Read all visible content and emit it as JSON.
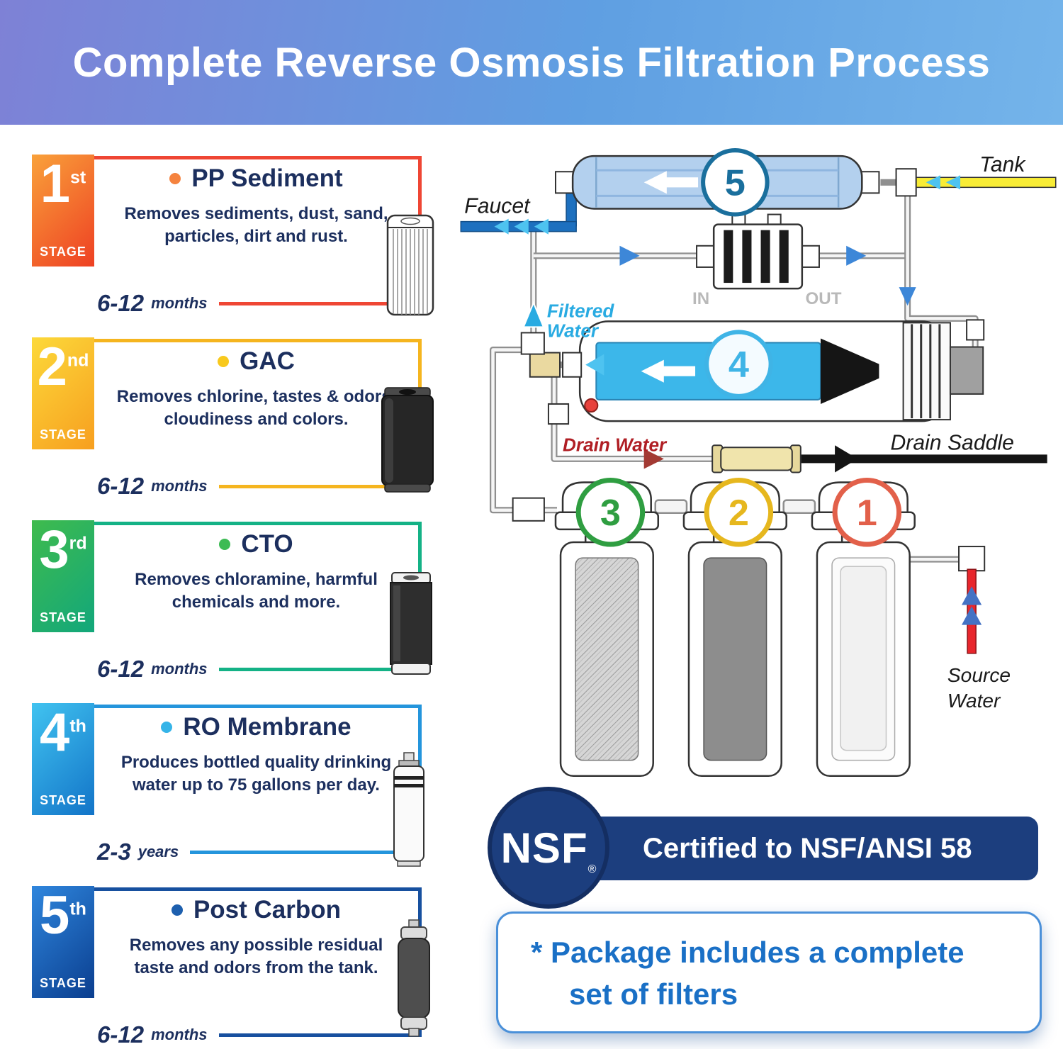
{
  "header": {
    "title": "Complete Reverse Osmosis Filtration Process",
    "gradient_from": "#7E81D6",
    "gradient_to": "#74B4EA"
  },
  "stages": [
    {
      "number": "1",
      "ordinal": "st",
      "stage_label": "STAGE",
      "title": "PP Sediment",
      "description": "Removes sediments, dust, sand, particles, dirt and rust.",
      "lifespan": "6-12",
      "lifespan_unit": "months",
      "badge_gradient_from": "#F9A13A",
      "badge_gradient_to": "#EE4023",
      "accent": "#EF4634",
      "dot_color": "#F5833F"
    },
    {
      "number": "2",
      "ordinal": "nd",
      "stage_label": "STAGE",
      "title": "GAC",
      "description": "Removes chlorine, tastes & odors, cloudiness and colors.",
      "lifespan": "6-12",
      "lifespan_unit": "months",
      "badge_gradient_from": "#FCD93A",
      "badge_gradient_to": "#F79F1F",
      "accent": "#F5B51F",
      "dot_color": "#F8C91D"
    },
    {
      "number": "3",
      "ordinal": "rd",
      "stage_label": "STAGE",
      "title": "CTO",
      "description": "Removes chloramine, harmful chemicals and more.",
      "lifespan": "6-12",
      "lifespan_unit": "months",
      "badge_gradient_from": "#3FBB4D",
      "badge_gradient_to": "#12A77B",
      "accent": "#14B286",
      "dot_color": "#3DBB54"
    },
    {
      "number": "4",
      "ordinal": "th",
      "stage_label": "STAGE",
      "title": "RO Membrane",
      "description": "Produces bottled quality drinking water up to 75 gallons per day.",
      "lifespan": "2-3",
      "lifespan_unit": "years",
      "badge_gradient_from": "#41C3F0",
      "badge_gradient_to": "#1274C8",
      "accent": "#2495DC",
      "dot_color": "#35B4E8"
    },
    {
      "number": "5",
      "ordinal": "th",
      "stage_label": "STAGE",
      "title": "Post Carbon",
      "description": "Removes any possible residual taste and odors from the tank.",
      "lifespan": "6-12",
      "lifespan_unit": "months",
      "badge_gradient_from": "#2F86DD",
      "badge_gradient_to": "#0A3E8F",
      "accent": "#17509F",
      "dot_color": "#1D5FAE"
    }
  ],
  "diagram": {
    "labels": {
      "faucet": "Faucet",
      "tank": "Tank",
      "in": "IN",
      "out": "OUT",
      "filtered_water_line1": "Filtered",
      "filtered_water_line2": "Water",
      "drain_water": "Drain Water",
      "drain_saddle": "Drain Saddle",
      "source_water_line1": "Source",
      "source_water_line2": "Water"
    },
    "units": {
      "post_carbon_inline": "5",
      "ro_membrane": "4",
      "housing_cto": "3",
      "housing_gac": "2",
      "housing_sediment": "1"
    },
    "colors": {
      "ring_5": "#1A6F9D",
      "ring_4": "#3FB4E6",
      "ring_3": "#2F9E41",
      "ring_2": "#E6B71E",
      "ring_1": "#E2604A",
      "flow_arrow_blue": "#3D87D8",
      "flow_arrow_cyan": "#4EC3F0",
      "filtered_water_label": "#29ABE2",
      "drain_water_label": "#B01E24",
      "tank_line_yellow": "#F8EC36",
      "source_line_red": "#E8262C"
    }
  },
  "certification": {
    "logo": "NSF",
    "registered_mark": "®",
    "text": "Certified to NSF/ANSI 58"
  },
  "package_note": {
    "line1": "* Package includes a complete",
    "line2": "set of filters"
  }
}
